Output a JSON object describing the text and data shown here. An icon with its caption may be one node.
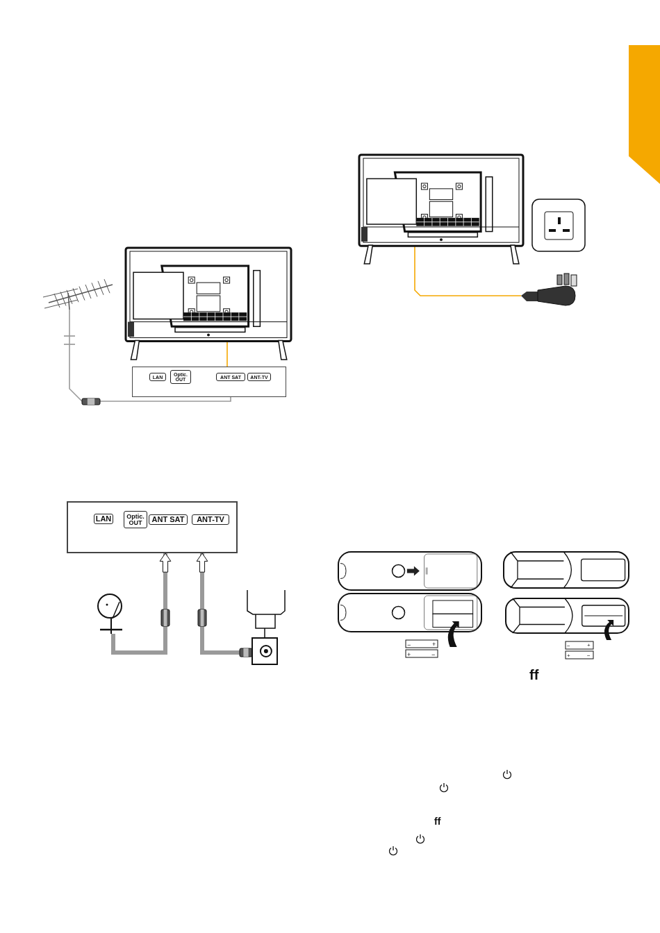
{
  "diagram": {
    "nodes": [
      {
        "text": [],
        "shape": "picture"
      },
      {
        "text": [],
        "shape": "box"
      },
      {
        "text": [
          "LAN"
        ],
        "in": 1
      },
      {
        "text": [
          "Optic. OUT"
        ],
        "in": 1
      },
      {
        "text": [
          "ANT SAT"
        ],
        "in": 1
      },
      {
        "text": [
          "ANT-TV"
        ],
        "in": 1
      },
      {
        "text": [],
        "shape": "picture"
      },
      {
        "text": [],
        "shape": "box"
      },
      {
        "text": [
          "LAN"
        ],
        "in": 7
      },
      {
        "text": [
          "Optic. OUT"
        ],
        "in": 7
      },
      {
        "text": [
          "ANT SAT"
        ],
        "in": 7
      },
      {
        "text": [
          "ANT-TV"
        ],
        "in": 7
      },
      {
        "text": [],
        "shape": "picture"
      },
      {
        "text": [],
        "shape": "box"
      },
      {
        "text": [],
        "shape": "picture"
      },
      {
        "text": [],
        "shape": "picture"
      }
    ],
    "edges": [
      {
        "from": 0,
        "to": 1,
        "arrow": "none",
        "color": "#f5a800"
      },
      {
        "from": 6,
        "to": 1,
        "arrow": "none",
        "color": "#9a9a9a"
      },
      {
        "from": 12,
        "to": 7,
        "arrow": "to",
        "style": "thick",
        "color": "#9a9a9a"
      },
      {
        "from": 13,
        "to": 7,
        "arrow": "to",
        "style": "thick",
        "color": "#9a9a9a"
      },
      {
        "from": 14,
        "to": 15,
        "arrow": "none",
        "color": "#f5a800"
      }
    ],
    "labels": [
      "−",
      "+",
      "+",
      "−",
      "−",
      "+",
      "+",
      "−",
      "ff",
      "ff"
    ]
  }
}
